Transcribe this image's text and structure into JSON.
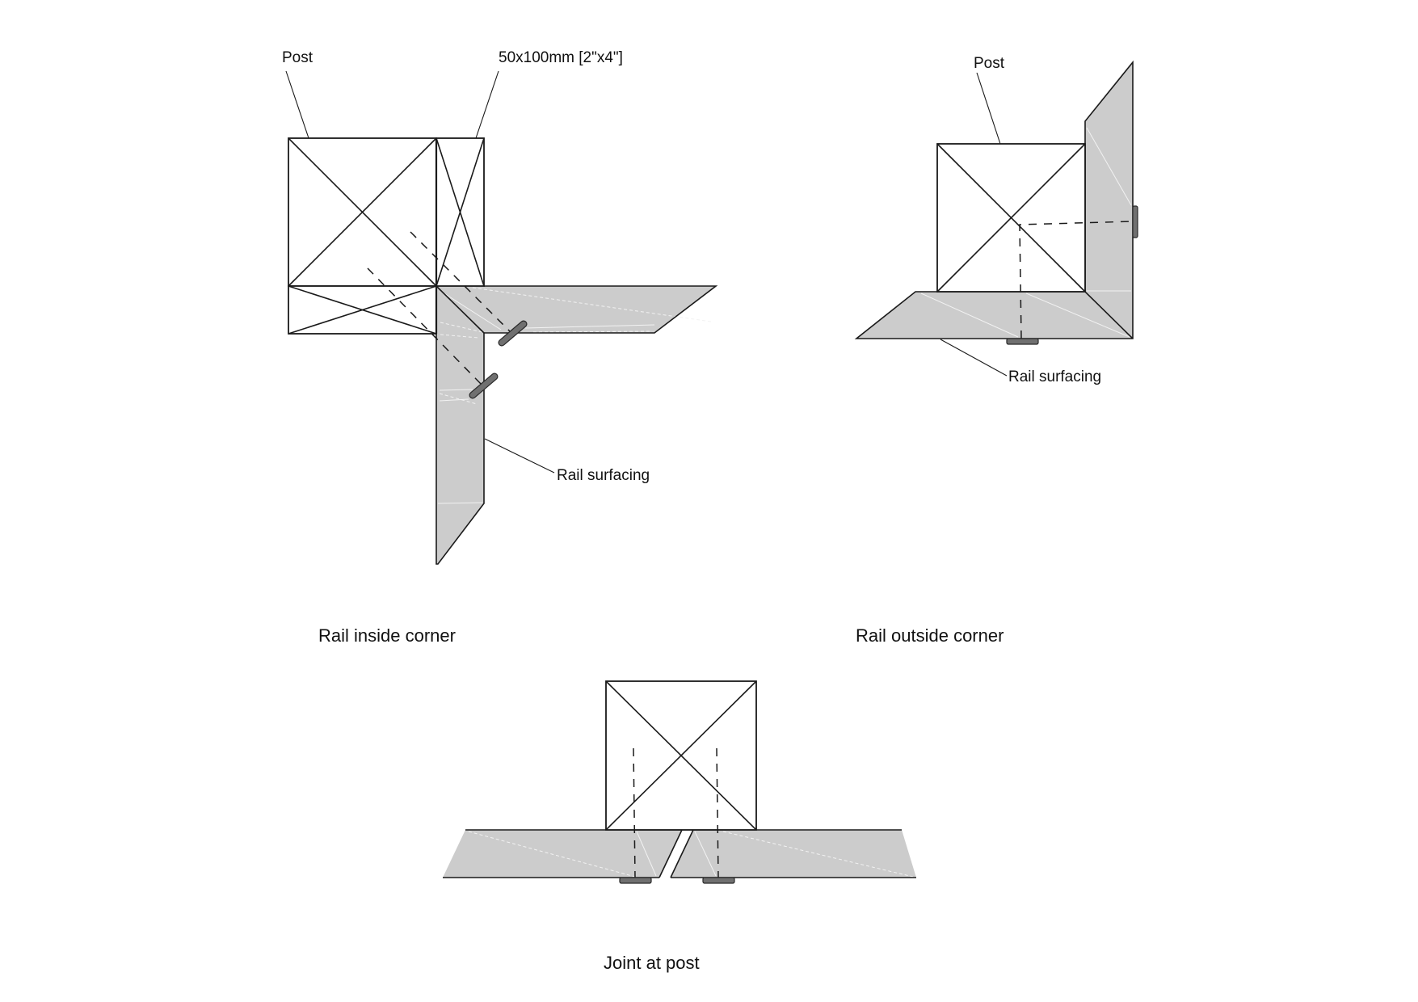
{
  "drawing": {
    "inside_corner": {
      "caption": "Rail inside corner",
      "labels": {
        "post": "Post",
        "lumber": "50x100mm [2\"x4\"]",
        "rail_surfacing": "Rail surfacing"
      }
    },
    "outside_corner": {
      "caption": "Rail outside corner",
      "labels": {
        "post": "Post",
        "rail_surfacing": "Rail surfacing"
      }
    },
    "joint_at_post": {
      "caption": "Joint at post"
    }
  },
  "colors": {
    "rail_fill": "#cccccc",
    "line": "#1a1a1a",
    "screw": "#707070",
    "background": "#ffffff"
  }
}
